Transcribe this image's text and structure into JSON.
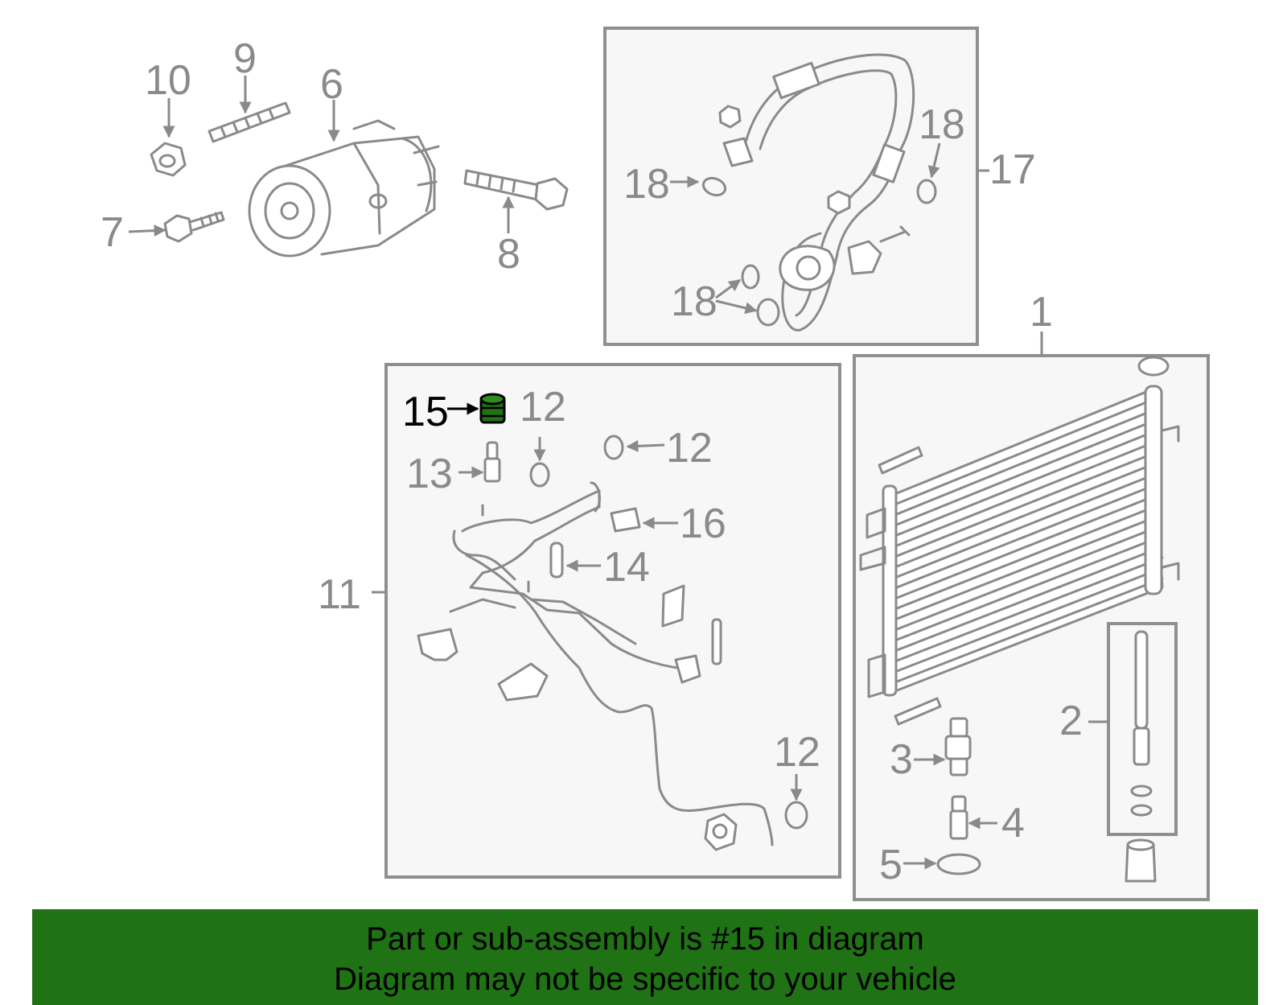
{
  "diagram": {
    "highlight_color": "#1f7314",
    "box_fill": "#f7f7f7",
    "line_color": "#8a8a8a",
    "callouts": {
      "c1": "1",
      "c2": "2",
      "c3": "3",
      "c4": "4",
      "c5": "5",
      "c6": "6",
      "c7": "7",
      "c8": "8",
      "c9": "9",
      "c10": "10",
      "c11": "11",
      "c12a": "12",
      "c12b": "12",
      "c12c": "12",
      "c13": "13",
      "c14": "14",
      "c15": "15",
      "c16": "16",
      "c17": "17",
      "c18a": "18",
      "c18b": "18",
      "c18c": "18"
    }
  },
  "banner": {
    "background": "#1f7314",
    "line1": "Part or sub-assembly is #15 in diagram",
    "line2": "Diagram may not be specific to your vehicle"
  }
}
